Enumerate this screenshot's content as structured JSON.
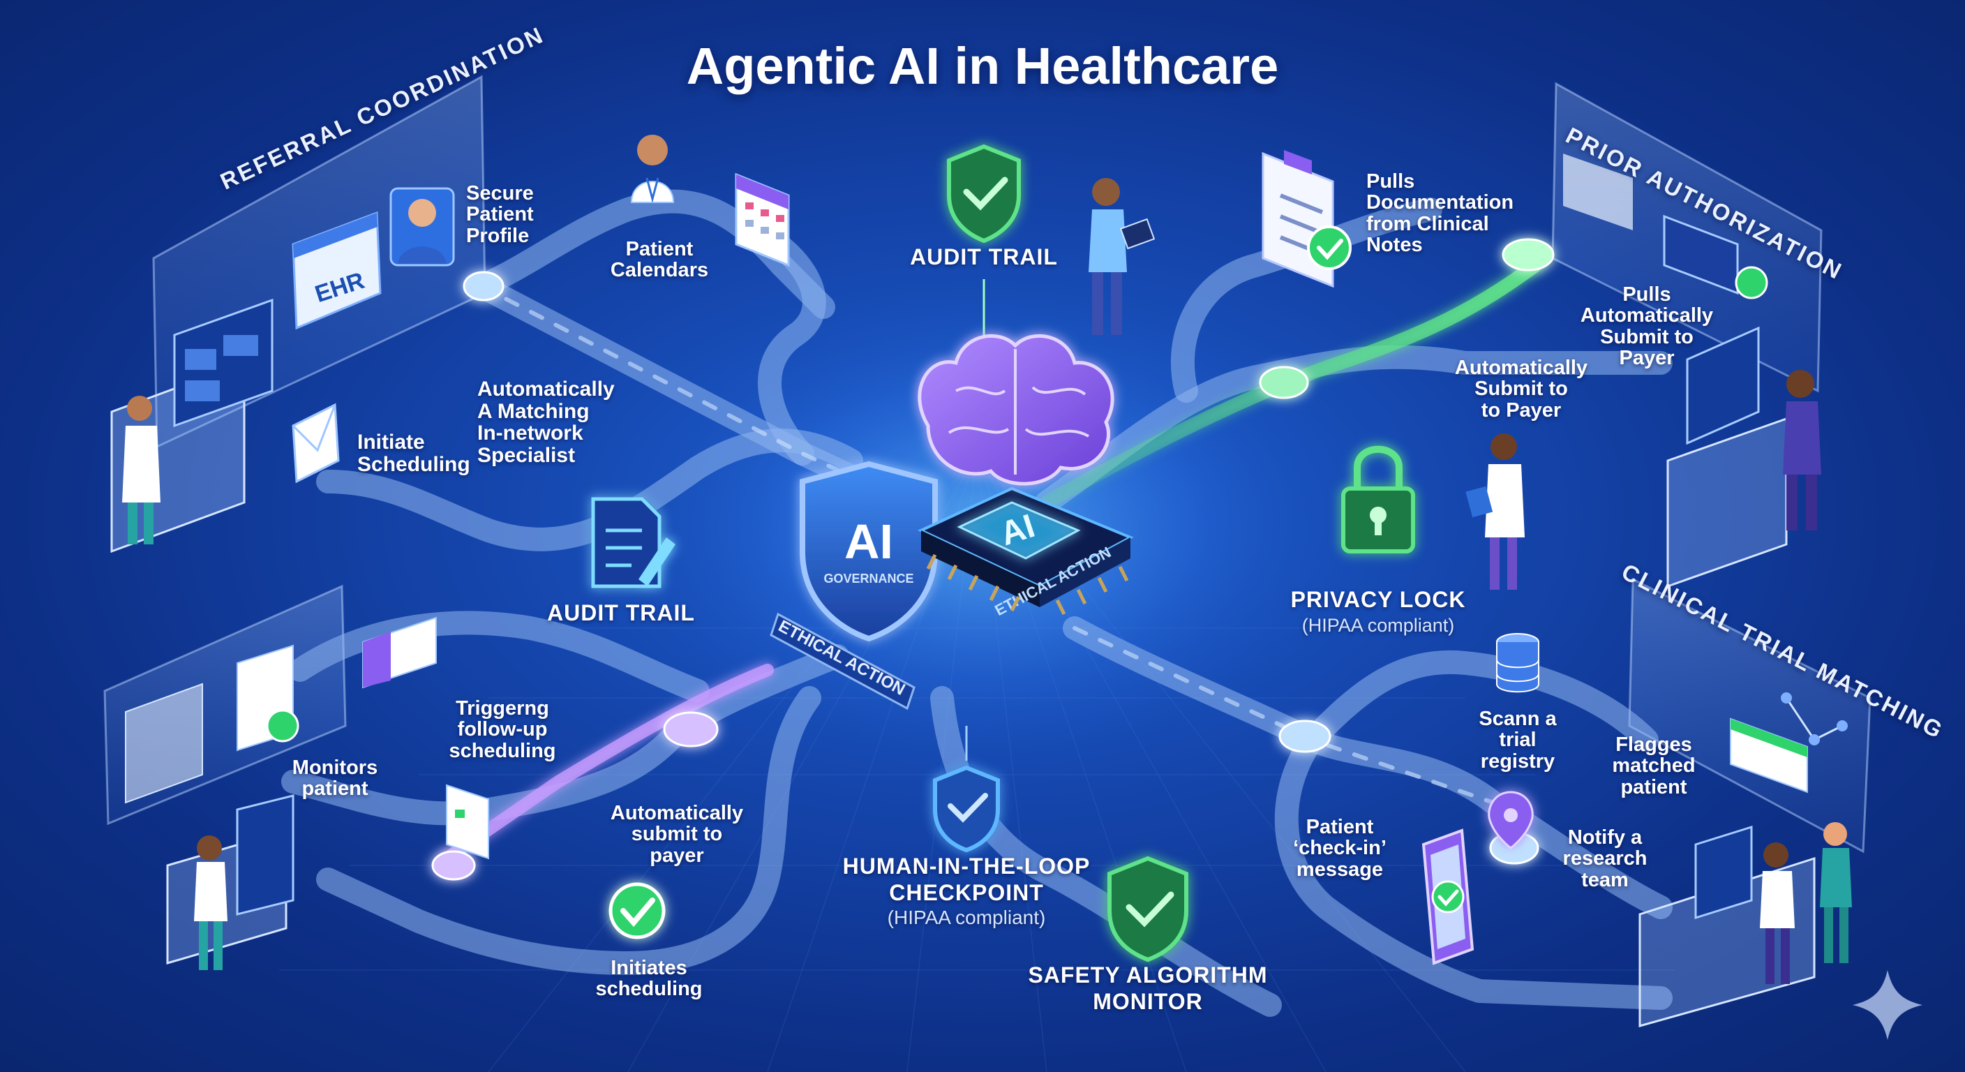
{
  "title": "Agentic AI in Healthcare",
  "sections": {
    "referral": "REFERRAL COORDINATION",
    "prior_auth": "PRIOR AUTHORIZATION",
    "clinical_trial": "CLINICAL TRIAL MATCHING"
  },
  "center": {
    "shield_main": "AI",
    "shield_sub": "GOVERNANCE",
    "chip_label": "AI",
    "chip_text": "ETHICAL ACTION",
    "band_text": "ETHICAL ACTION"
  },
  "labels": {
    "ehr": "EHR",
    "secure_patient_profile": "Secure\nPatient\nProfile",
    "patient_calendars": "Patient\nCalendars",
    "auto_matching": "Automatically\nA Matching\nIn-network\nSpecialist",
    "initiate_scheduling": "Initiate\nScheduling",
    "audit_trail_top": "AUDIT TRAIL",
    "audit_trail_left": "AUDIT TRAIL",
    "pulls_documentation": "Pulls\nDocumentation\nfrom Clinical\nNotes",
    "pulls_auto_submit": "Pulls\nAutomatically\nSubmit to\nPayer",
    "auto_submit_payer": "Automatically\nSubmit to\nto Payer",
    "privacy_lock": "PRIVACY LOCK",
    "privacy_lock_sub": "(HIPAA compliant)",
    "triggering_followup": "Triggerng\nfollow-up\nscheduling",
    "monitors_patient": "Monitors\npatient",
    "auto_submit_lower": "Automatically\nsubmit to\npayer",
    "initiates_scheduling": "Initiates\nscheduling",
    "human_loop": "HUMAN-IN-THE-LOOP\nCHECKPOINT",
    "human_loop_sub": "(HIPAA compliant)",
    "safety_monitor": "SAFETY ALGORITHM\nMONITOR",
    "scan_registry": "Scann a\ntrial\nregistry",
    "flagges_matched": "Flagges\nmatched\npatient",
    "patient_checkin": "Patient\n‘check-in’\nmessage",
    "notify_team": "Notify a\nresearch\nteam"
  },
  "colors": {
    "bg_dark": "#0a2670",
    "bg_mid": "#1546ad",
    "path": "#8fb6f0",
    "path_green": "#5fe38a",
    "path_purple": "#b78cf0",
    "shield_green": "#2fd36c",
    "shield_blue": "#3e9bff",
    "brain_purple": "#8a5ef0",
    "chip_dark": "#0c1c4e",
    "accent_cyan": "#7fdcff"
  },
  "icons": [
    "shield-check-icon",
    "brain-icon",
    "padlock-icon",
    "document-edit-icon",
    "clipboard-check-icon",
    "calendar-icon",
    "envelope-icon",
    "database-icon",
    "map-pin-icon",
    "phone-icon",
    "sparkle-icon"
  ]
}
